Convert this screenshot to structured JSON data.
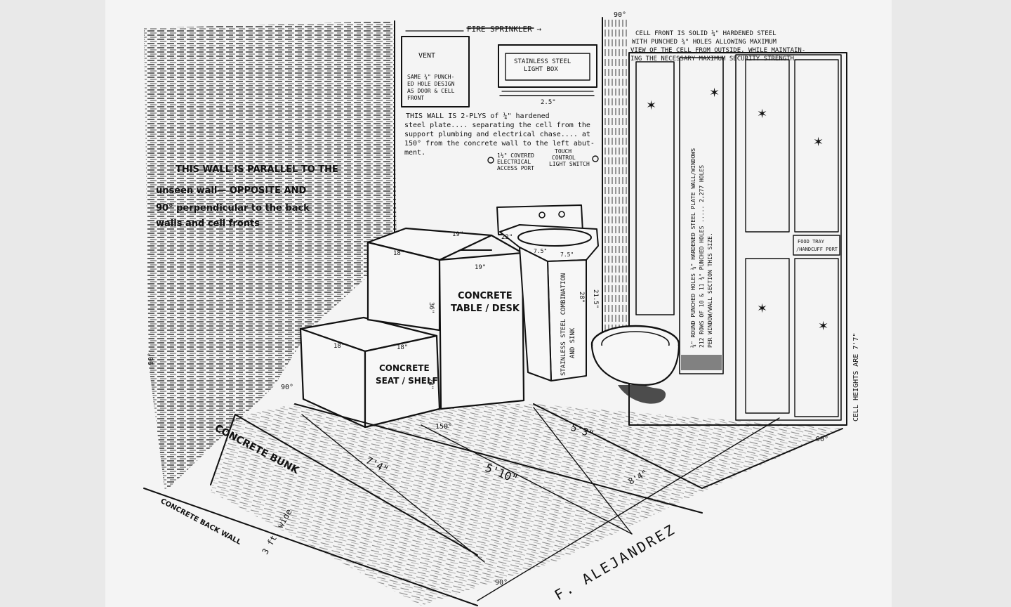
{
  "colors": {
    "background": "#e9e9e9",
    "paper": "#f4f4f4",
    "ink": "#111111"
  },
  "labels": {
    "left_wall_note": [
      "THIS WALL IS PARALLEL TO THE",
      "unseen wall— OPPOSITE AND",
      "90° perpendicular to the back",
      "walls and cell fronts"
    ],
    "fire_sprinkler": "FIRE SPRINKLER →",
    "vent": "VENT",
    "vent_note": [
      "SAME ¾\" PUNCH-",
      "ED HOLE DESIGN",
      "AS DOOR & CELL",
      "FRONT"
    ],
    "light_box": [
      "STAINLESS STEEL",
      "LIGHT BOX"
    ],
    "light_box_width": "2.5\"",
    "back_wall_note": [
      "THIS WALL IS 2-PLYS of ¼\" hardened",
      "steel plate.... separating the cell from the",
      "support plumbing and electrical chase.... at",
      "150° from the concrete wall to the left abut-",
      "ment."
    ],
    "access_port": [
      "1½\" COVERED",
      "ELECTRICAL",
      "ACCESS PORT"
    ],
    "light_switch": [
      "TOUCH",
      "CONTROL",
      "LIGHT SWITCH"
    ],
    "cell_front_note": [
      "CELL FRONT IS SOLID ¼\" HARDENED STEEL",
      "WITH PUNCHED ¾\" HOLES ALLOWING MAXIMUM",
      "VIEW OF THE CELL FROM OUTSIDE, WHILE MAINTAIN-",
      "ING THE NECESSARY MAXIMUM SECURITY STRENGTH."
    ],
    "door_note": [
      "¾\" ROUND PUNCHED HOLES ¼\" HARDENED STEEL PLATE WALL/WINDOWS",
      "212 ROWS OF 10 & 11 ¾\" PUNCHED HOLES ..... 2,277 HOLES",
      "PER WINDOW/WALL SECTION THIS SIZE."
    ],
    "food_port": [
      "FOOD TRAY",
      "/HANDCUFF PORT"
    ],
    "cell_heights": "CELL HEIGHTS ARE 7'7\"",
    "table_desk": [
      "CONCRETE",
      "TABLE / DESK"
    ],
    "seat_shelf": [
      "CONCRETE",
      "SEAT / SHELF"
    ],
    "sink": [
      "STAINLESS STEEL COMBINATION",
      "AND SINK"
    ],
    "concrete_bunk": "CONCRETE BUNK",
    "bunk_width": "3 ft. wide",
    "back_wall_label": "CONCRETE BACK WALL",
    "dim_5_3": "5'3\"",
    "dim_5_10": "5'10\"",
    "dim_7_4": "7'4\"",
    "dim_8_4": "8'4\"",
    "dim_19a": "19\"",
    "dim_19b": "19\"",
    "dim_18a": "18\"",
    "dim_18b": "18\"",
    "dim_18c": "18\"",
    "dim_36": "36\"",
    "dim_24": "24\"",
    "dim_28": "28\"",
    "dim_22": "22\"",
    "dim_7_5a": "7.5\"",
    "dim_7_5b": "7.5\"",
    "dim_21_5": "21.5\"",
    "deg_90_top": "90°",
    "deg_90_left": "90°",
    "deg_90_corner": "90°",
    "deg_90_right": "90°",
    "deg_90_bottom": "90°",
    "deg_150": "150°",
    "signature": "F. ALEJANDREZ"
  }
}
